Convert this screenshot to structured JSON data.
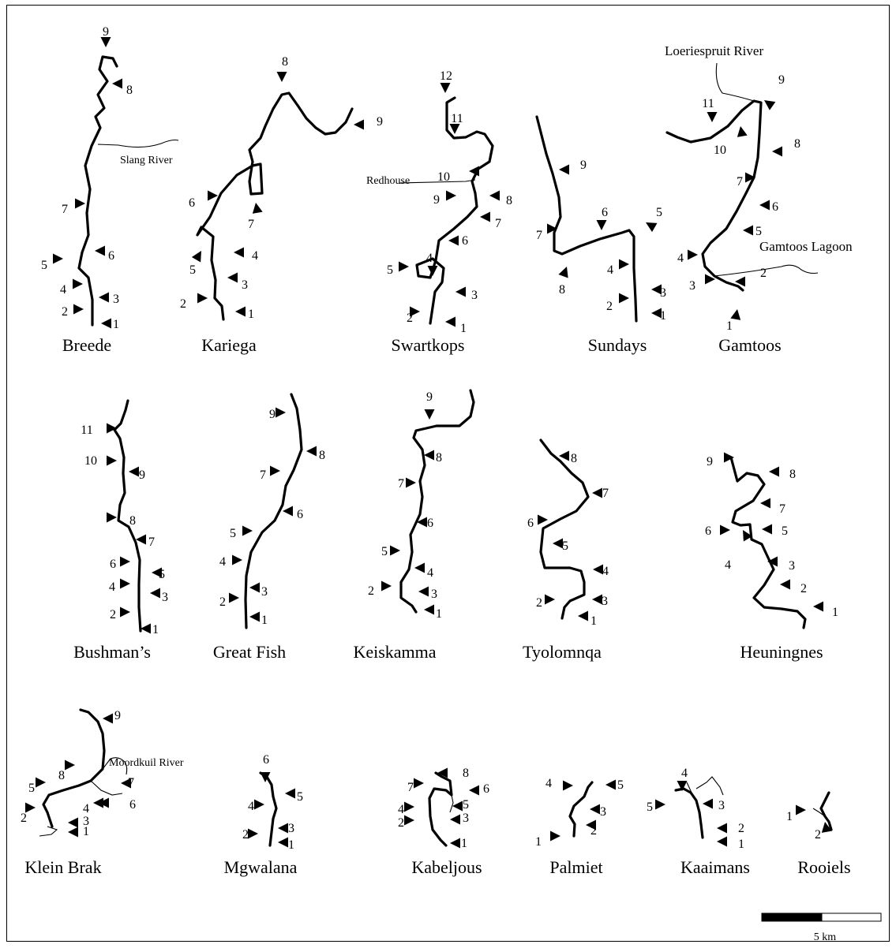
{
  "estuaries": [
    {
      "id": "breede",
      "name": "Breede"
    },
    {
      "id": "kariega",
      "name": "Kariega"
    },
    {
      "id": "swartkops",
      "name": "Swartkops"
    },
    {
      "id": "sundays",
      "name": "Sundays"
    },
    {
      "id": "gamtoos",
      "name": "Gamtoos"
    },
    {
      "id": "bushmans",
      "name": "Bushman’s"
    },
    {
      "id": "greatfish",
      "name": "Great Fish"
    },
    {
      "id": "keiskamma",
      "name": "Keiskamma"
    },
    {
      "id": "tyolomnqa",
      "name": "Tyolomnqa"
    },
    {
      "id": "heuningnes",
      "name": "Heuningnes"
    },
    {
      "id": "kleinbrak",
      "name": "Klein Brak"
    },
    {
      "id": "mgwalana",
      "name": "Mgwalana"
    },
    {
      "id": "kabeljous",
      "name": "Kabeljous"
    },
    {
      "id": "palmiet",
      "name": "Palmiet"
    },
    {
      "id": "kaaimans",
      "name": "Kaaimans"
    },
    {
      "id": "rooiels",
      "name": "Rooiels"
    }
  ],
  "features": {
    "slang": "Slang River",
    "redhouse": "Redhouse",
    "loeriespruit": "Loeriespruit River",
    "gamtoos_lagoon": "Gamtoos Lagoon",
    "moordkuil": "Moordkuil River"
  },
  "scale_bar": {
    "label": "5 km"
  },
  "stations": {
    "breede": [
      "1",
      "2",
      "3",
      "4",
      "5",
      "6",
      "7",
      "8",
      "9"
    ],
    "kariega": [
      "1",
      "2",
      "3",
      "4",
      "5",
      "6",
      "7",
      "8",
      "9"
    ],
    "swartkops": [
      "1",
      "2",
      "3",
      "4",
      "5",
      "6",
      "7",
      "8",
      "9",
      "10",
      "11",
      "12"
    ],
    "sundays": [
      "1",
      "2",
      "3",
      "4",
      "5",
      "6",
      "7",
      "8",
      "9"
    ],
    "gamtoos": [
      "1",
      "2",
      "3",
      "4",
      "5",
      "6",
      "7",
      "8",
      "9",
      "10",
      "11"
    ],
    "bushmans": [
      "1",
      "2",
      "3",
      "4",
      "5",
      "6",
      "7",
      "8",
      "9",
      "10",
      "11"
    ],
    "greatfish": [
      "1",
      "2",
      "3",
      "4",
      "5",
      "6",
      "7",
      "8",
      "9"
    ],
    "keiskamma": [
      "1",
      "2",
      "3",
      "4",
      "5",
      "6",
      "7",
      "8",
      "9"
    ],
    "tyolomnqa": [
      "1",
      "2",
      "3",
      "4",
      "5",
      "6",
      "7",
      "8"
    ],
    "heuningnes": [
      "1",
      "2",
      "3",
      "4",
      "5",
      "6",
      "7",
      "8",
      "9"
    ],
    "kleinbrak": [
      "1",
      "2",
      "3",
      "4",
      "5",
      "6",
      "7",
      "8",
      "9"
    ],
    "mgwalana": [
      "1",
      "2",
      "3",
      "4",
      "5",
      "6"
    ],
    "kabeljous": [
      "1",
      "2",
      "3",
      "4",
      "5",
      "6",
      "7",
      "8"
    ],
    "palmiet": [
      "1",
      "2",
      "3",
      "4",
      "5"
    ],
    "kaaimans": [
      "1",
      "2",
      "3",
      "4",
      "5"
    ],
    "rooiels": [
      "1",
      "2"
    ]
  }
}
